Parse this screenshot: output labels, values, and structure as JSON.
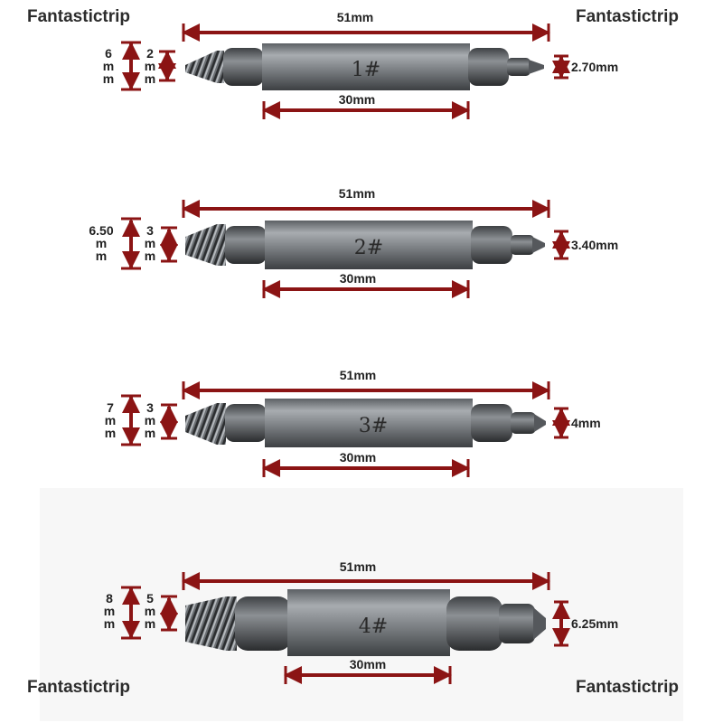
{
  "watermarks": {
    "top_left": "Fantastictrip",
    "top_right": "Fantastictrip",
    "bottom_left": "Fantastictrip",
    "bottom_right": "Fantastictrip"
  },
  "colors": {
    "arrow": "#8b1414",
    "bit_steel": "#6a6e72",
    "watermark": "#2c2c2c"
  },
  "bits": [
    {
      "label": "1#",
      "total_length": "51mm",
      "hex_length": "30mm",
      "outer_dia": [
        "6",
        "m",
        "m"
      ],
      "inner_dia": [
        "2",
        "m",
        "m"
      ],
      "drill_dia": "2.70mm"
    },
    {
      "label": "2#",
      "total_length": "51mm",
      "hex_length": "30mm",
      "outer_dia": [
        "6.50",
        "m",
        "m"
      ],
      "inner_dia": [
        "3",
        "m",
        "m"
      ],
      "drill_dia": "3.40mm"
    },
    {
      "label": "3#",
      "total_length": "51mm",
      "hex_length": "30mm",
      "outer_dia": [
        "7",
        "m",
        "m"
      ],
      "inner_dia": [
        "3",
        "m",
        "m"
      ],
      "drill_dia": "4mm"
    },
    {
      "label": "4#",
      "total_length": "51mm",
      "hex_length": "30mm",
      "outer_dia": [
        "8",
        "m",
        "m"
      ],
      "inner_dia": [
        "5",
        "m",
        "m"
      ],
      "drill_dia": "6.25mm"
    }
  ]
}
